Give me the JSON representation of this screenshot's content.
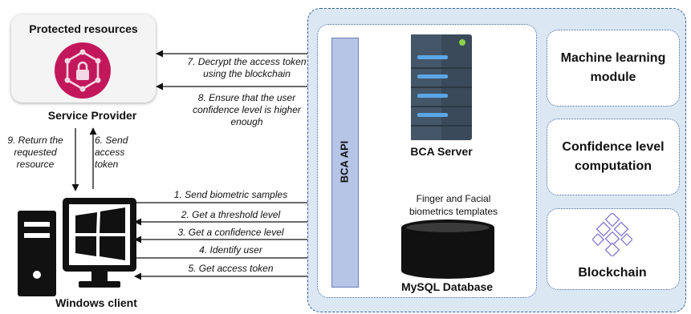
{
  "service_provider": {
    "title": "Protected resources",
    "label": "Service Provider",
    "icon": "lock-network-icon"
  },
  "client": {
    "label": "Windows client",
    "icon": "windows-pc-icon"
  },
  "provider_messages": {
    "m7": [
      "7. Decrypt the access token",
      "using the blockchain"
    ],
    "m8": [
      "8. Ensure that the user",
      "confidence level is higher",
      "enough"
    ]
  },
  "vertical_messages": {
    "m9": [
      "9. Return the",
      "requested",
      "resource"
    ],
    "m6": [
      "6. Send",
      "access",
      "token"
    ]
  },
  "client_messages": [
    "1. Send biometric samples",
    "2. Get a threshold level",
    "3. Get a confidence level",
    "4. Identify user",
    "5. Get access token"
  ],
  "bca": {
    "api_label": "BCA API",
    "server_label": "BCA Server",
    "templates_label": [
      "Finger and Facial",
      "biometrics templates"
    ],
    "database_label": "MySQL Database"
  },
  "modules": {
    "ml": [
      "Machine learning",
      "module"
    ],
    "confidence": [
      "Confidence level",
      "computation"
    ],
    "blockchain": [
      "Blockchain"
    ]
  },
  "colors": {
    "panel_bg": "#dce7f4",
    "panel_border": "#2f5f9e",
    "api_fill": "#b6c4e6",
    "arrow_gold": "#f2b21a",
    "server_dark": "#3a4a5a",
    "server_stripe": "#5aa6e6",
    "lock_magenta": "#c2185b"
  }
}
